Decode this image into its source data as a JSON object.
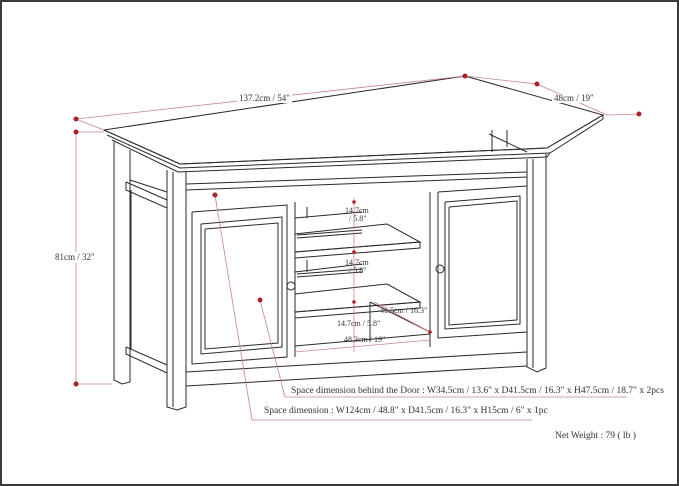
{
  "diagram": {
    "subject": "TV stand media cabinet dimension drawing",
    "accent_color": "#b0202a",
    "line_color": "#2a2a2a",
    "dimension_line_color": "#c9848a"
  },
  "dimensions": {
    "width": "137.2cm / 54\"",
    "depth": "48cm / 19\"",
    "height": "81cm / 32\"",
    "shelf_gap_top": "14.7cm",
    "shelf_gap_top_in": "/ 5.8\"",
    "shelf_gap_mid": "14.7cm",
    "shelf_gap_mid_in": "/ 5.8\"",
    "shelf_gap_bottom": "14.7cm / 5.8\"",
    "shelf_depth": "41.5cm / 16.3\"",
    "shelf_width": "48.3cm / 19\""
  },
  "notes": {
    "behind_door": "Space dimension behind the Door  : W34.5cm / 13.6\" x D41.5cm / 16.3\" x H47.5cm / 18.7\" x 2pcs",
    "open_space": "Space dimension : W124cm / 48.8\" x D41.5cm / 16.3\" x H15cm / 6\" x 1pc",
    "net_weight": "Net Weight : 79 ( lb )"
  }
}
